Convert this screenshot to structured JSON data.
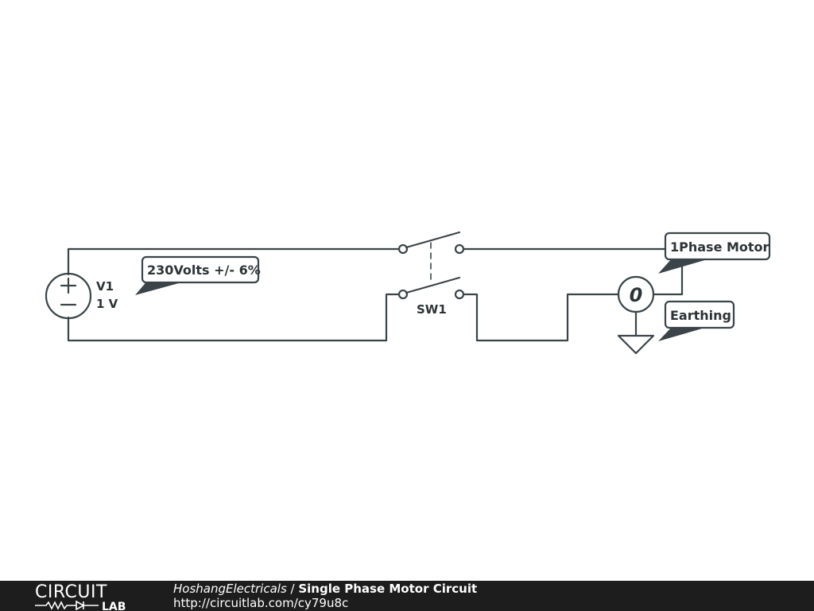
{
  "schematic": {
    "source_name": "V1",
    "source_value": "1 V",
    "source_note": "230Volts +/- 6%",
    "switch_name": "SW1",
    "meter_symbol": "0",
    "motor_note": "1Phase Motor",
    "ground_note": "Earthing",
    "stroke_color": "#3a4449"
  },
  "footer": {
    "logo_top": "CIRCUIT",
    "logo_bottom": "LAB",
    "author": "HoshangElectricals",
    "separator": " / ",
    "title": "Single Phase Motor Circuit",
    "url": "http://circuitlab.com/cy79u8c"
  }
}
